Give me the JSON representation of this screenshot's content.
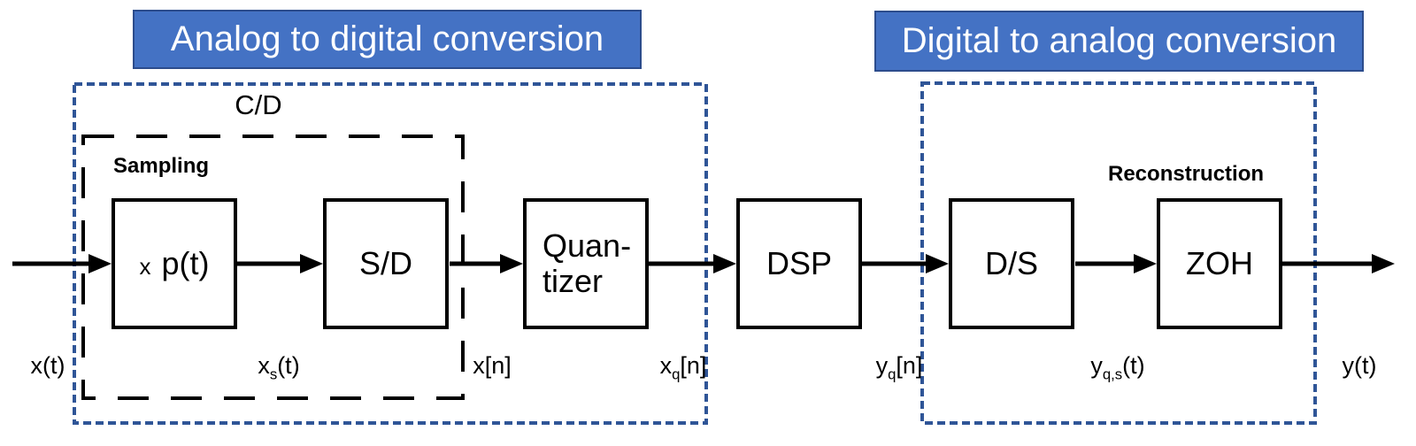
{
  "headers": {
    "adc": "Analog to digital conversion",
    "dac": "Digital to analog conversion"
  },
  "section_labels": {
    "cd": "C/D",
    "sampling": "Sampling",
    "reconstruction": "Reconstruction"
  },
  "blocks": [
    {
      "name": "multiplier",
      "prefix": "x",
      "label": "p(t)"
    },
    {
      "name": "sample-to-discrete",
      "label": "S/D"
    },
    {
      "name": "quantizer",
      "label": "Quan-\ntizer"
    },
    {
      "name": "dsp",
      "label": "DSP"
    },
    {
      "name": "discrete-to-sample",
      "label": "D/S"
    },
    {
      "name": "zero-order-hold",
      "label": "ZOH"
    }
  ],
  "signals": [
    {
      "pre": "x(t)",
      "sub": "",
      "post": ""
    },
    {
      "pre": "x",
      "sub": "s",
      "post": "(t)"
    },
    {
      "pre": "x[n]",
      "sub": "",
      "post": ""
    },
    {
      "pre": "x",
      "sub": "q",
      "post": "[n]"
    },
    {
      "pre": "y",
      "sub": "q",
      "post": "[n]"
    },
    {
      "pre": "y",
      "sub": "q,s",
      "post": "(t)"
    },
    {
      "pre": "y(t)",
      "sub": "",
      "post": ""
    }
  ],
  "colors": {
    "header_fill": "#4472C4",
    "header_border": "#2C4C8C",
    "header_text": "#FFFFFF",
    "boundary_blue": "#2F5597",
    "line_black": "#000000",
    "block_fill": "#FFFFFF"
  }
}
